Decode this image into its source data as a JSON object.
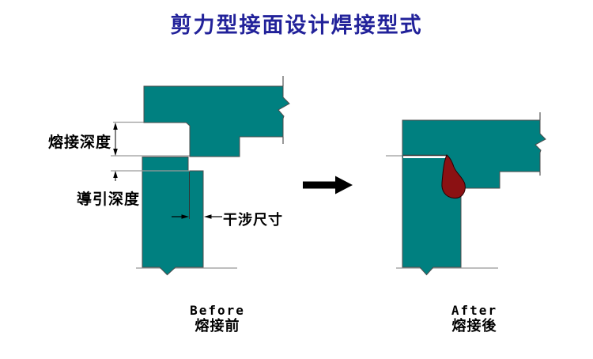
{
  "title": "剪力型接面设计焊接型式",
  "colors": {
    "material_teal": "#008080",
    "weld_bead_red": "#8b1113",
    "title_navy": "#22229a",
    "outline_gray": "#4d4d4d"
  },
  "before_diagram": {
    "weld_depth_label": "熔接深度",
    "guide_depth_label": "導引深度",
    "interference_label": "干涉尺寸",
    "caption_en": "Before",
    "caption_zh": "熔接前"
  },
  "after_diagram": {
    "caption_en": "After",
    "caption_zh": "熔接後"
  },
  "transition": {
    "arrow": "right-arrow"
  }
}
